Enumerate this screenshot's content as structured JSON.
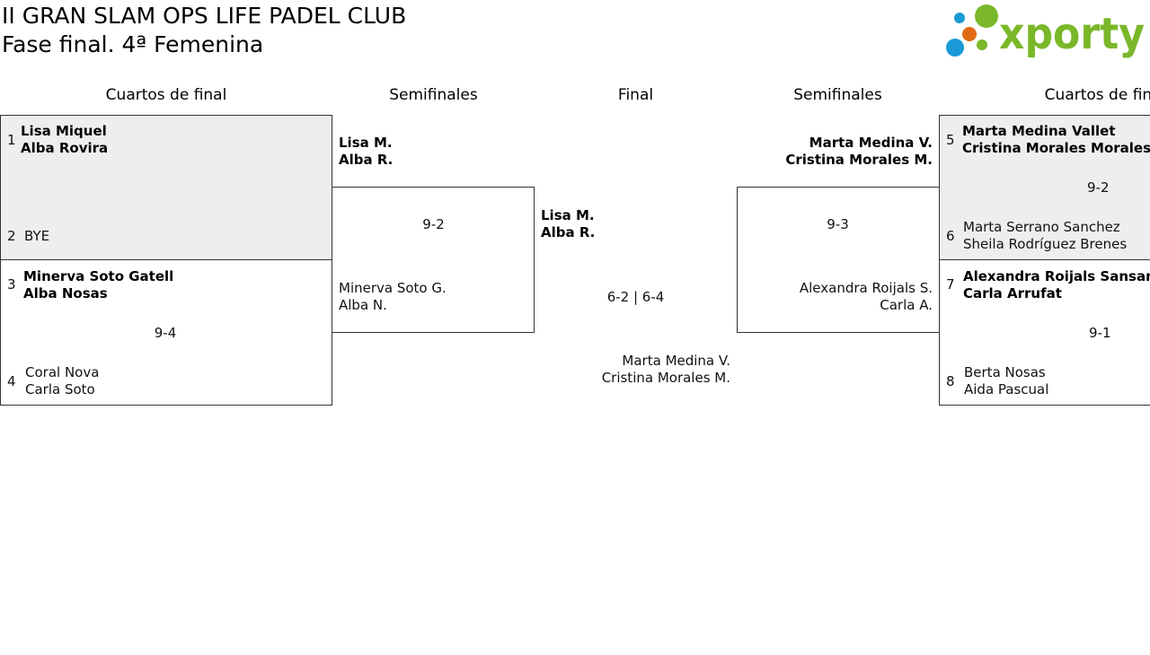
{
  "header": {
    "title": "II GRAN SLAM OPS LIFE PADEL CLUB",
    "subtitle": "Fase final. 4ª Femenina",
    "logo_text": "xporty",
    "colors": {
      "logo_green": "#7ab829",
      "dot_blue": "#1a9ad6",
      "dot_orange": "#e06b12"
    }
  },
  "rounds": {
    "left_quarters": "Cuartos de final",
    "left_semis": "Semifinales",
    "final": "Final",
    "right_semis": "Semifinales",
    "right_quarters": "Cuartos de final"
  },
  "left_quarters": {
    "m1": {
      "seed_a": "1",
      "a1": "Lisa Miquel",
      "a2": "Alba Rovira",
      "seed_b": "2",
      "b1": "BYE"
    },
    "m2": {
      "seed_a": "3",
      "a1": "Minerva Soto Gatell",
      "a2": "Alba Nosas",
      "score": "9-4",
      "seed_b": "4",
      "b1": "Coral Nova",
      "b2": "Carla Soto"
    }
  },
  "left_semi": {
    "a1": "Lisa M.",
    "a2": "Alba R.",
    "score": "9-2",
    "b1": "Minerva Soto G.",
    "b2": "Alba N."
  },
  "final": {
    "a1": "Lisa M.",
    "a2": "Alba R.",
    "score": "6-2 | 6-4",
    "b1": "Marta Medina V.",
    "b2": "Cristina Morales M."
  },
  "right_semi": {
    "a1": "Marta Medina V.",
    "a2": "Cristina Morales M.",
    "score": "9-3",
    "b1": "Alexandra Roijals S.",
    "b2": "Carla A."
  },
  "right_quarters": {
    "m1": {
      "seed_a": "5",
      "a1": "Marta Medina Vallet",
      "a2": "Cristina Morales Morales",
      "score": "9-2",
      "seed_b": "6",
      "b1": "Marta Serrano Sanchez",
      "b2": "Sheila Rodríguez Brenes"
    },
    "m2": {
      "seed_a": "7",
      "a1": "Alexandra Roijals Sansano",
      "a2": "Carla Arrufat",
      "score": "9-1",
      "seed_b": "8",
      "b1": "Berta Nosas",
      "b2": "Aida Pascual"
    }
  }
}
